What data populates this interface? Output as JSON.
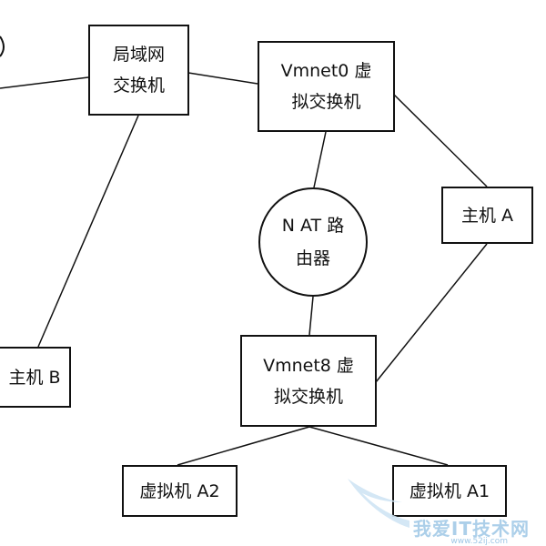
{
  "nodes": {
    "lan_switch": {
      "line1": "局域网",
      "line2": "交换机"
    },
    "vmnet0": {
      "line1": "Vmnet0 虚",
      "line2": "拟交换机"
    },
    "host_a": {
      "label": "主机 A"
    },
    "nat_router": {
      "line1": "N AT 路",
      "line2": "由器"
    },
    "host_b": {
      "label": "主机 B"
    },
    "vmnet8": {
      "line1": "Vmnet8 虚",
      "line2": "拟交换机"
    },
    "vm_a2": {
      "label": "虚拟机 A2"
    },
    "vm_a1": {
      "label": "虚拟机 A1"
    }
  },
  "watermark": {
    "text": "我爱IT技术网",
    "sub": "www.52ij.com"
  },
  "colors": {
    "line": "#111111",
    "watermark": "#9ec7e6"
  }
}
